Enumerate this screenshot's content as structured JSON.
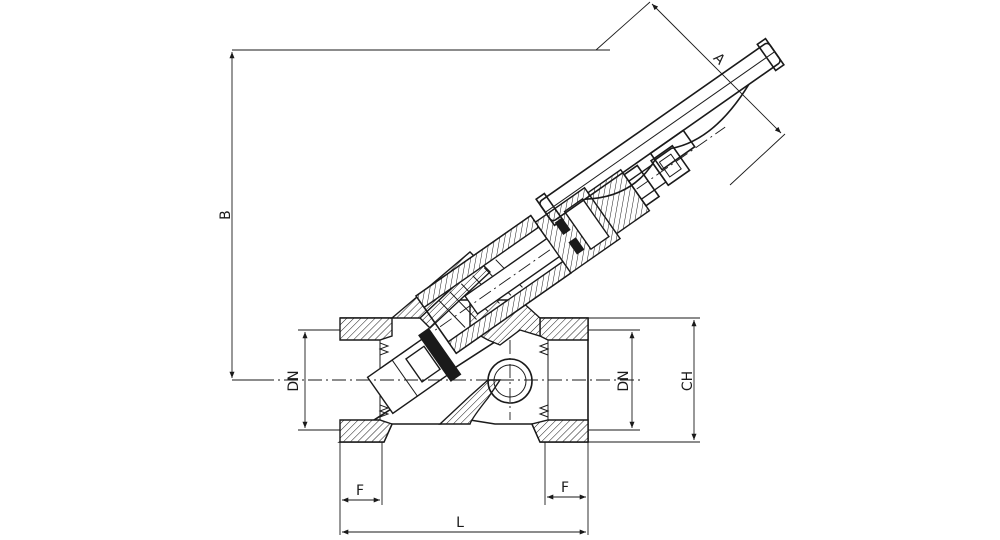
{
  "drawing": {
    "labels": {
      "a": "A",
      "b": "B",
      "dn_left": "DN",
      "dn_right": "DN",
      "ch": "CH",
      "f_left": "F",
      "f_right": "F",
      "l": "L"
    }
  }
}
